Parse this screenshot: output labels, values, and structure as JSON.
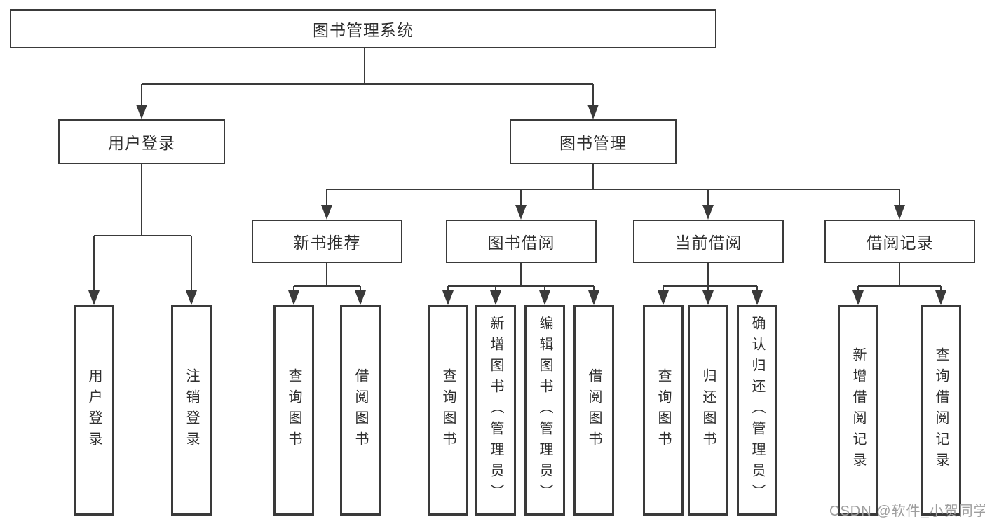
{
  "colors": {
    "line": "#3a3a3a",
    "border": "#3a3a3a",
    "text": "#2e2e2e",
    "watermark": "#9e9e9e"
  },
  "watermark": {
    "text": "CSDN @软件_小贺同学"
  },
  "tree": {
    "label": "图书管理系统",
    "children": [
      {
        "label": "用户登录",
        "children": [
          {
            "label": "用户登录"
          },
          {
            "label": "注销登录"
          }
        ]
      },
      {
        "label": "图书管理",
        "children": [
          {
            "label": "新书推荐",
            "children": [
              {
                "label": "查询图书"
              },
              {
                "label": "借阅图书"
              }
            ]
          },
          {
            "label": "图书借阅",
            "children": [
              {
                "label": "查询图书"
              },
              {
                "label": "新增图书（管理员）"
              },
              {
                "label": "编辑图书（管理员）"
              },
              {
                "label": "借阅图书"
              }
            ]
          },
          {
            "label": "当前借阅",
            "children": [
              {
                "label": "查询图书"
              },
              {
                "label": "归还图书"
              },
              {
                "label": "确认归还（管理员）"
              }
            ]
          },
          {
            "label": "借阅记录",
            "children": [
              {
                "label": "新增借阅记录"
              },
              {
                "label": "查询借阅记录"
              }
            ]
          }
        ]
      }
    ]
  }
}
